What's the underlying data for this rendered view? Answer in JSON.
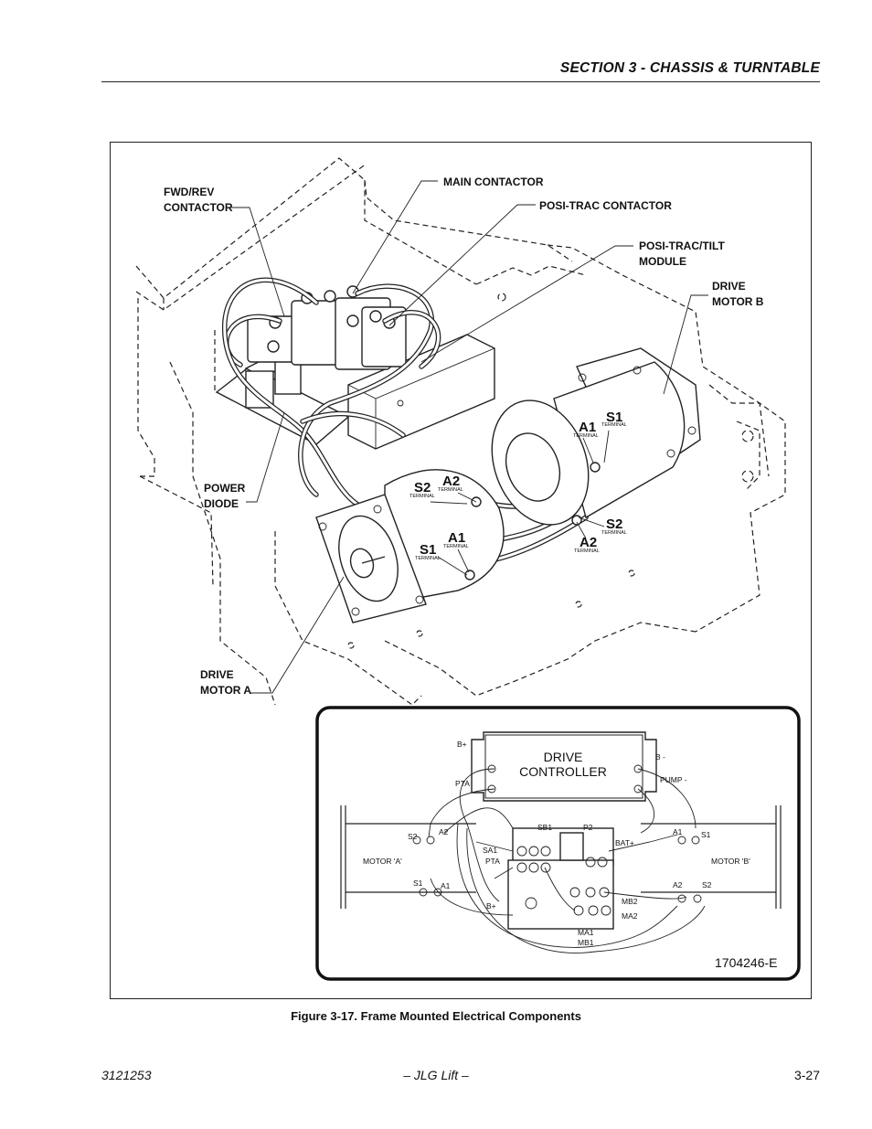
{
  "header": {
    "section_title": "SECTION 3 - CHASSIS & TURNTABLE"
  },
  "figure": {
    "callouts": {
      "fwd_rev_contactor": [
        "FWD/REV",
        "CONTACTOR"
      ],
      "main_contactor": "MAIN CONTACTOR",
      "posi_trac_contactor": "POSI-TRAC CONTACTOR",
      "posi_trac_tilt_module": [
        "POSI-TRAC/TILT",
        "MODULE"
      ],
      "drive_motor_b": [
        "DRIVE",
        "MOTOR B"
      ],
      "power_diode": [
        "POWER",
        "DIODE"
      ],
      "drive_motor_a": [
        "DRIVE",
        "MOTOR A"
      ]
    },
    "terminals": {
      "terminal_word": "TERMINAL",
      "motor_b_a1": "A1",
      "motor_b_s1": "S1",
      "motor_b_s2": "S2",
      "motor_b_a2": "A2",
      "motor_a_s2": "S2",
      "motor_a_a2": "A2",
      "motor_a_s1": "S1",
      "motor_a_a1": "A1"
    },
    "schematic": {
      "controller_line1": "DRIVE",
      "controller_line2": "CONTROLLER",
      "b_plus_top": "B+",
      "pta_top": "PTA",
      "b_minus": "B -",
      "pump_minus": "PUMP -",
      "motor_a_label": "MOTOR 'A'",
      "motor_b_label": "MOTOR 'B'",
      "a_s2": "S2",
      "a_a2": "A2",
      "a_s1": "S1",
      "a_a1": "A1",
      "b_a1": "A1",
      "b_s1": "S1",
      "b_a2": "A2",
      "b_s2": "S2",
      "sb1": "SB1",
      "p2": "P2",
      "bat_plus": "BAT+",
      "sa1": "SA1",
      "pta_mid": "PTA",
      "b_plus_mid": "B+",
      "mb2": "MB2",
      "ma2": "MA2",
      "ma1": "MA1",
      "mb1": "MB1",
      "drawing_number": "1704246-E"
    },
    "caption": "Figure 3-17.  Frame Mounted Electrical Components"
  },
  "footer": {
    "doc_number": "3121253",
    "publisher": "– JLG Lift –",
    "page_number": "3-27"
  }
}
